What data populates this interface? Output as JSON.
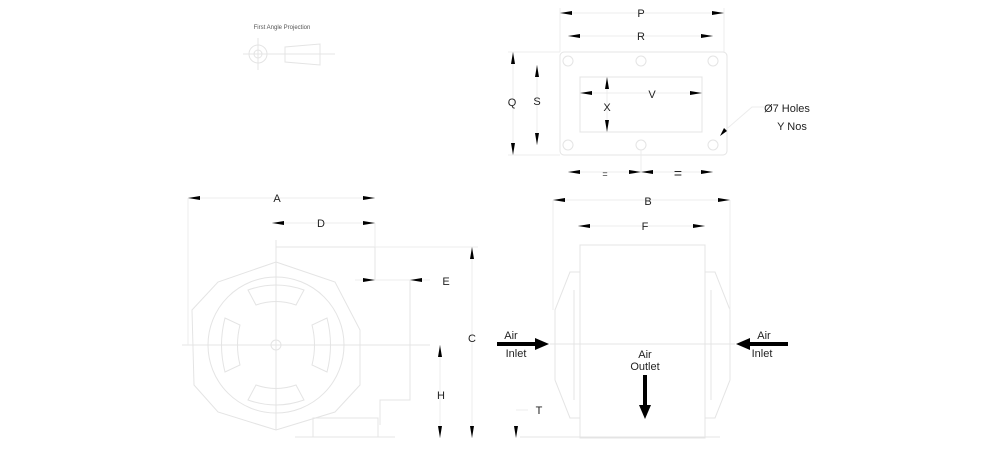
{
  "drawing": {
    "projection_label": "First Angle Projection",
    "plan_view": {
      "dim_p": "P",
      "dim_r": "R",
      "dim_q": "Q",
      "dim_s": "S",
      "dim_x": "X",
      "dim_v": "V",
      "dim_eq_left": "=",
      "dim_eq_right": "=",
      "holes_note_line1": "Ø7 Holes",
      "holes_note_line2": "Y Nos"
    },
    "side_view": {
      "dim_a": "A",
      "dim_d": "D",
      "dim_e": "E",
      "dim_c": "C",
      "dim_h": "H"
    },
    "front_view": {
      "dim_b": "B",
      "dim_f": "F",
      "dim_t": "T",
      "left_inlet_line1": "Air",
      "left_inlet_line2": "Inlet",
      "right_inlet_line1": "Air",
      "right_inlet_line2": "Inlet",
      "outlet_line1": "Air",
      "outlet_line2": "Outlet"
    }
  }
}
